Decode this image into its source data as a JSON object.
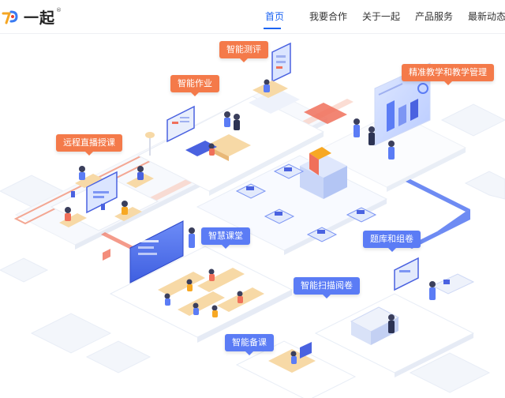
{
  "brand": {
    "name": "一起",
    "reg_mark": "®",
    "logo_colors": [
      "#f5a623",
      "#3a7bf2",
      "#e8412e"
    ]
  },
  "nav": {
    "items": [
      {
        "label": "首页",
        "active": true
      },
      {
        "label": "我要合作",
        "active": false
      },
      {
        "label": "关于一起",
        "active": false
      },
      {
        "label": "产品服务",
        "active": false
      },
      {
        "label": "最新动态",
        "active": false
      }
    ],
    "active_color": "#1c64f2"
  },
  "scene": {
    "labels": [
      {
        "text": "智能测评",
        "color": "orange"
      },
      {
        "text": "智能作业",
        "color": "orange"
      },
      {
        "text": "精准教学和教学管理",
        "color": "orange"
      },
      {
        "text": "远程直播授课",
        "color": "orange"
      },
      {
        "text": "智慧课堂",
        "color": "blue"
      },
      {
        "text": "题库和组卷",
        "color": "blue"
      },
      {
        "text": "智能扫描阅卷",
        "color": "blue"
      },
      {
        "text": "智能备课",
        "color": "blue"
      }
    ],
    "colors": {
      "orange": "#f47a4a",
      "blue": "#5b7cf5",
      "path_red": "#f0705a",
      "path_blue": "#4a6ef0"
    }
  }
}
